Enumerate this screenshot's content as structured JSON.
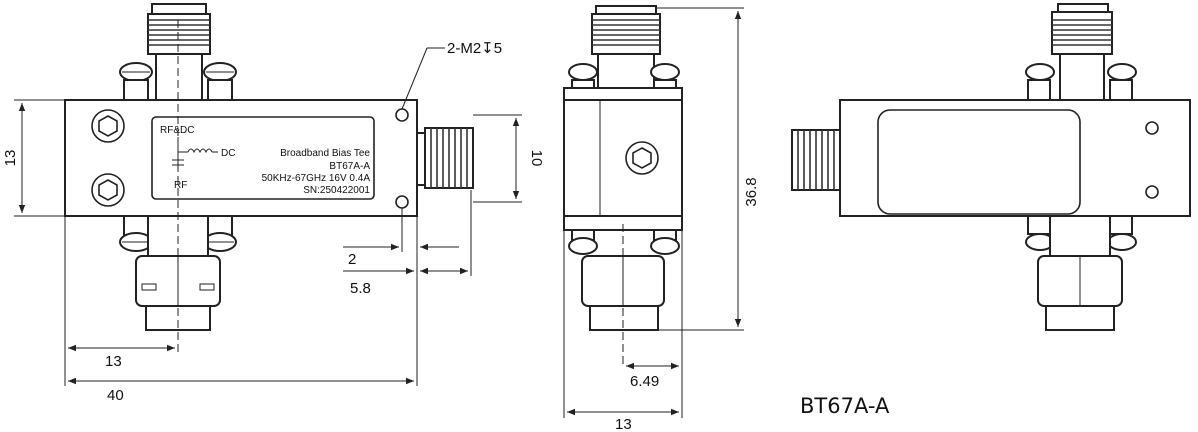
{
  "label": {
    "top_left": "RF&DC",
    "dc": "DC",
    "rf": "RF",
    "product": "Broadband Bias Tee",
    "model": "BT67A-A",
    "spec": "50KHz-67GHz 16V 0.4A",
    "serial": "SN:250422001"
  },
  "callout": "2-M2↧5",
  "dimensions": {
    "height_left": "13",
    "connector_height": "10",
    "hole_offset": "2",
    "connector_offset": "5.8",
    "center_offset": "13",
    "length": "40",
    "total_height": "36.8",
    "side_offset": "6.49",
    "side_width": "13"
  },
  "model_name": "BT67A-A"
}
